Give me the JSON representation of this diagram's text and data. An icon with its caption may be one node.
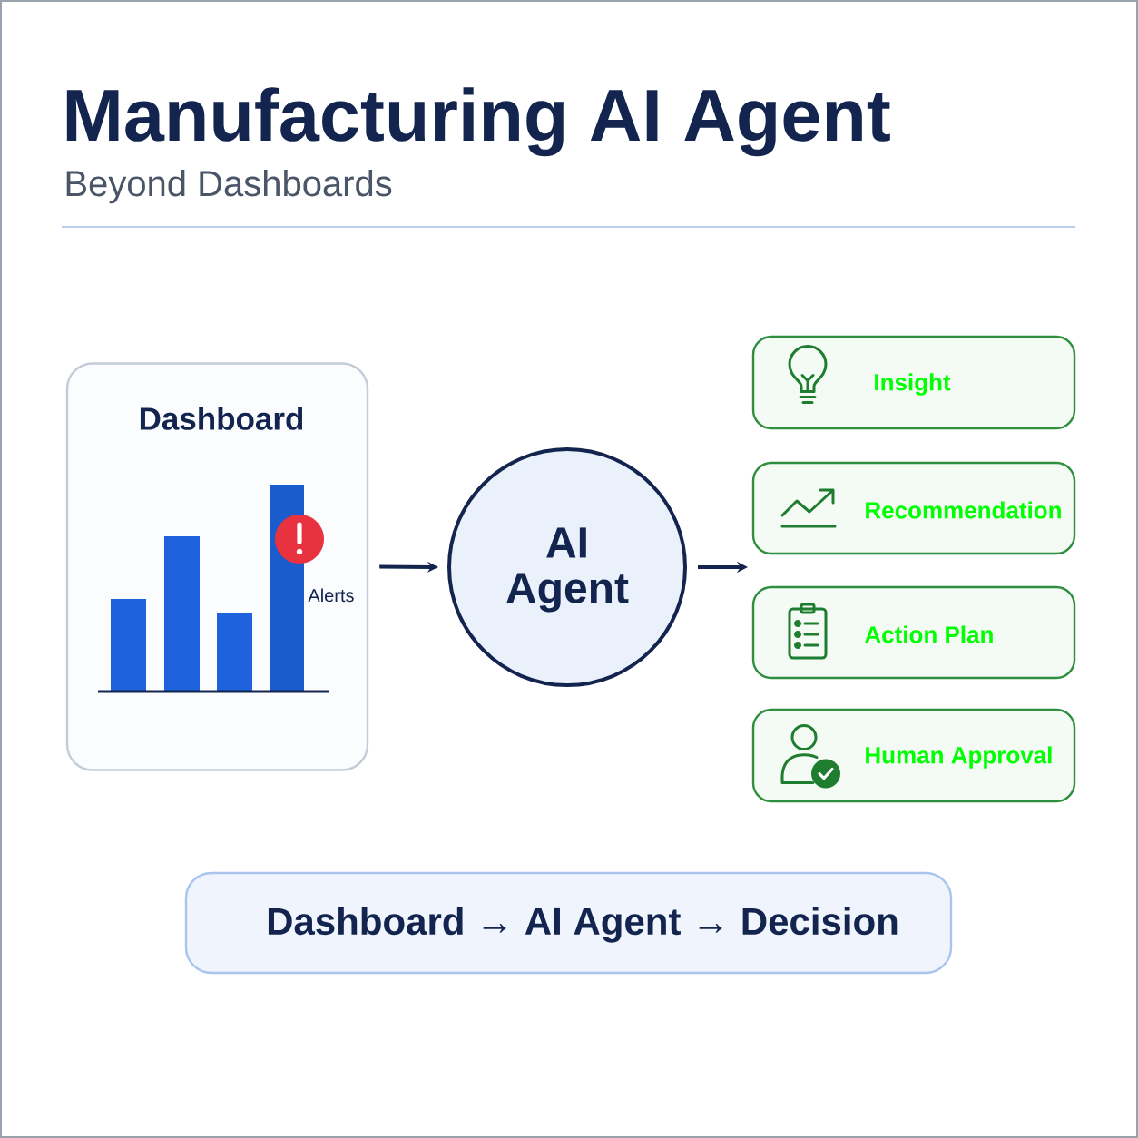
{
  "diagram": {
    "title": "Manufacturing AI Agent",
    "nodes": [
      {
        "text": [
          "Dashboard"
        ]
      },
      {
        "text": [
          "AI Agent"
        ]
      },
      {
        "text": [
          "Insight"
        ]
      },
      {
        "text": [
          "Recommendation"
        ]
      },
      {
        "text": [
          "Action Plan"
        ]
      },
      {
        "text": [
          "Human Approval"
        ]
      },
      {
        "text": [
          "Dashboard → AI Agent → Decision"
        ]
      }
    ],
    "edges": [
      {
        "from": 0,
        "to": 1,
        "arrow": "to"
      },
      {
        "from": 1,
        "to": null,
        "arrow": "to"
      }
    ],
    "labels": [
      "Beyond Dashboards",
      "Alerts"
    ]
  }
}
